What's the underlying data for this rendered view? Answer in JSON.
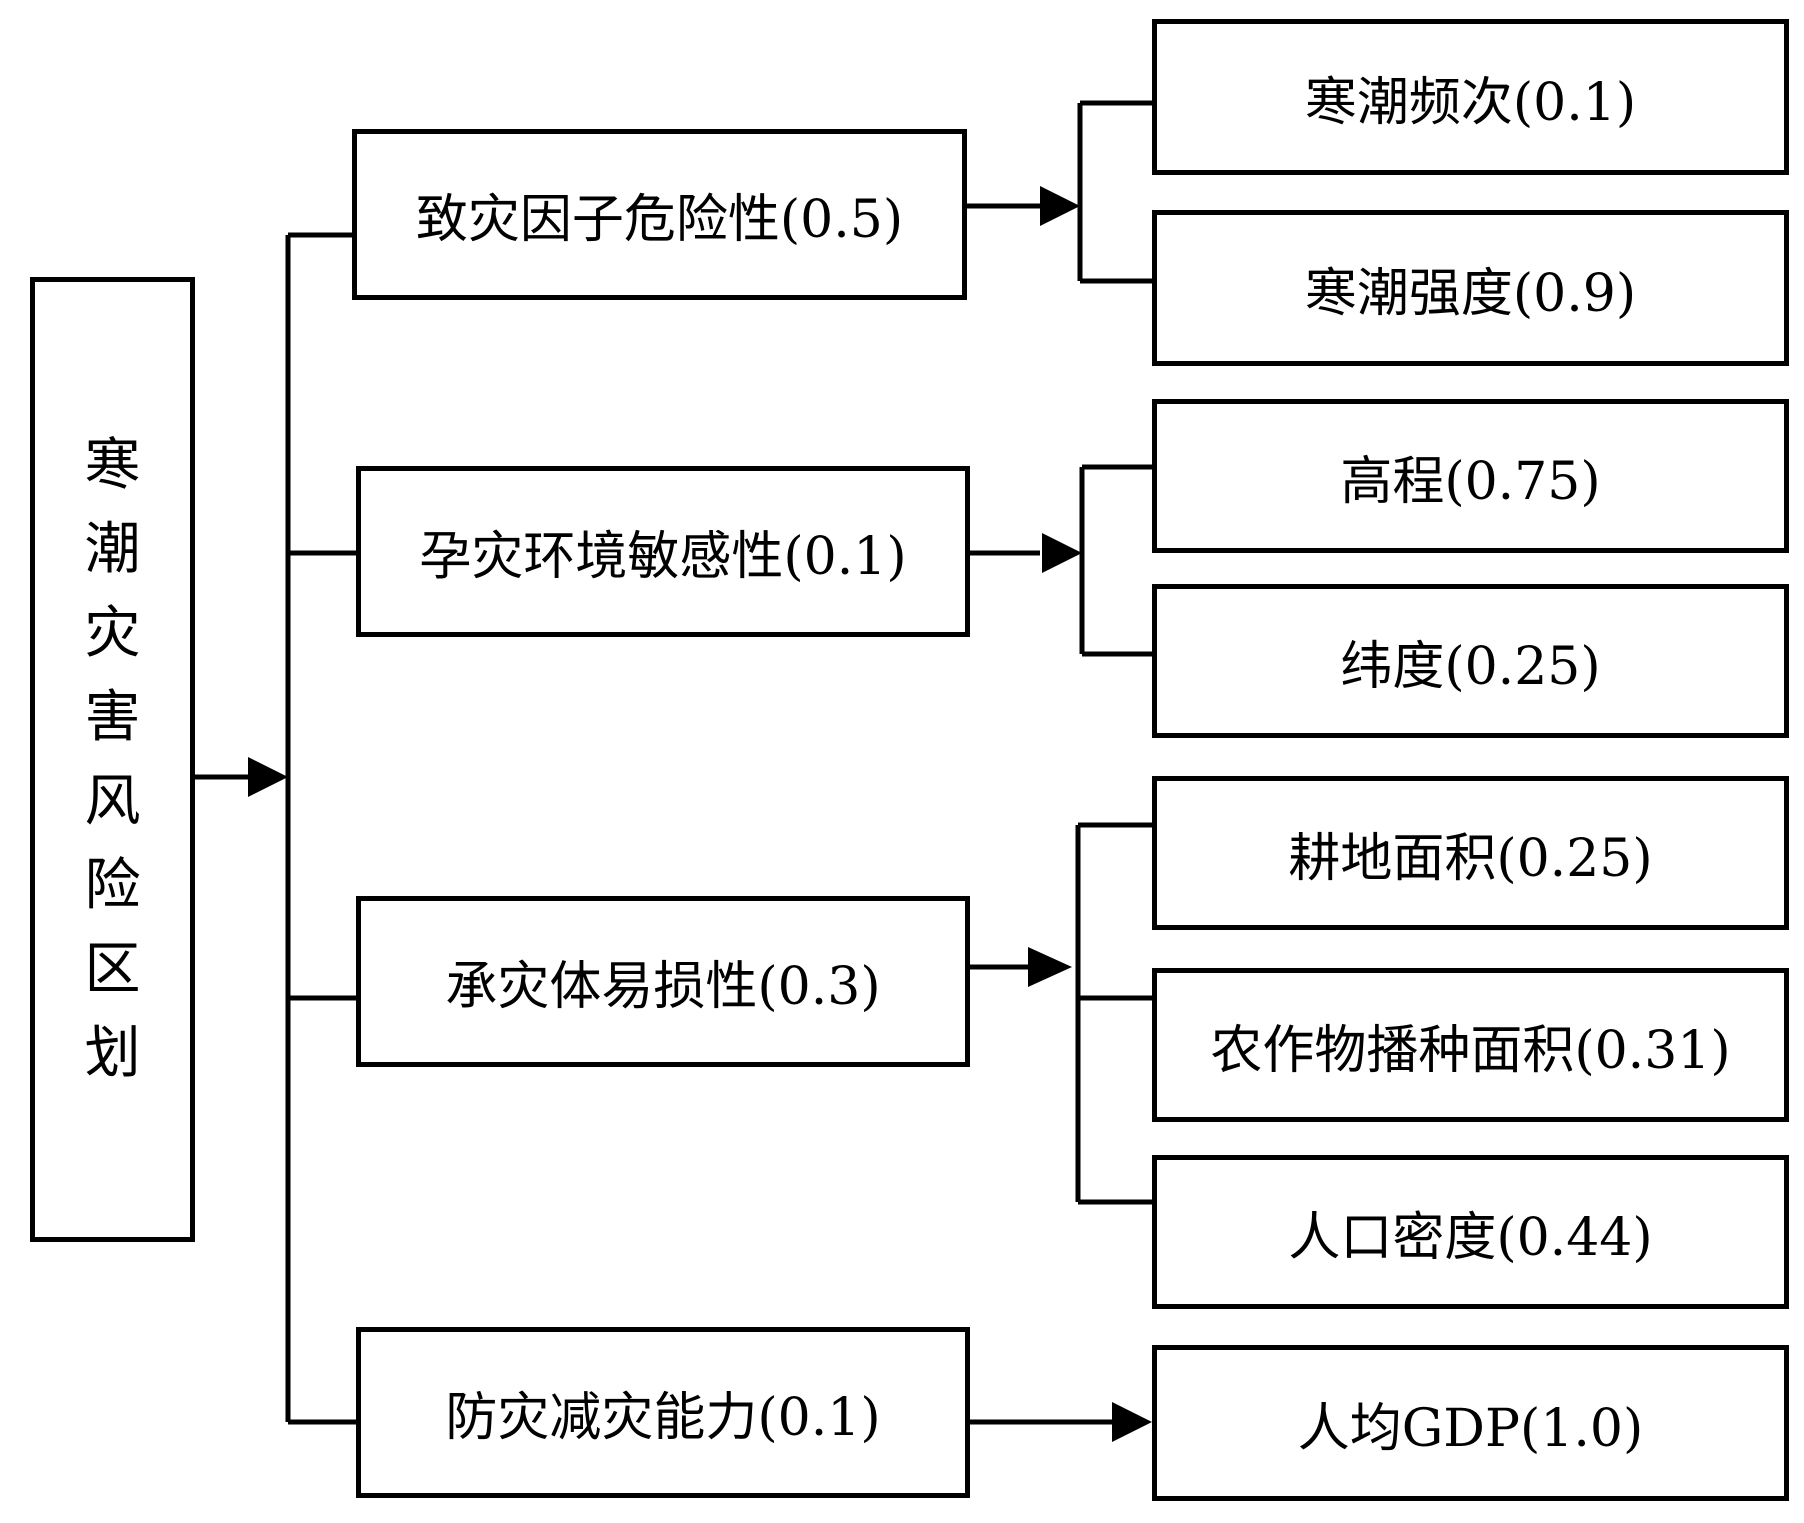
{
  "root": {
    "label": "寒潮灾害风险区划",
    "chars": [
      "寒",
      "潮",
      "灾",
      "害",
      "风",
      "险",
      "区",
      "划"
    ]
  },
  "factors": [
    {
      "label": "致灾因子危险性(0.5)",
      "children": [
        "寒潮频次(0.1)",
        "寒潮强度(0.9)"
      ]
    },
    {
      "label": "孕灾环境敏感性(0.1)",
      "children": [
        "高程(0.75)",
        "纬度(0.25)"
      ]
    },
    {
      "label": "承灾体易损性(0.3)",
      "children": [
        "耕地面积(0.25)",
        "农作物播种面积(0.31)",
        "人口密度(0.44)"
      ]
    },
    {
      "label": "防灾减灾能力(0.1)",
      "children": [
        "人均GDP(1.0)"
      ]
    }
  ]
}
